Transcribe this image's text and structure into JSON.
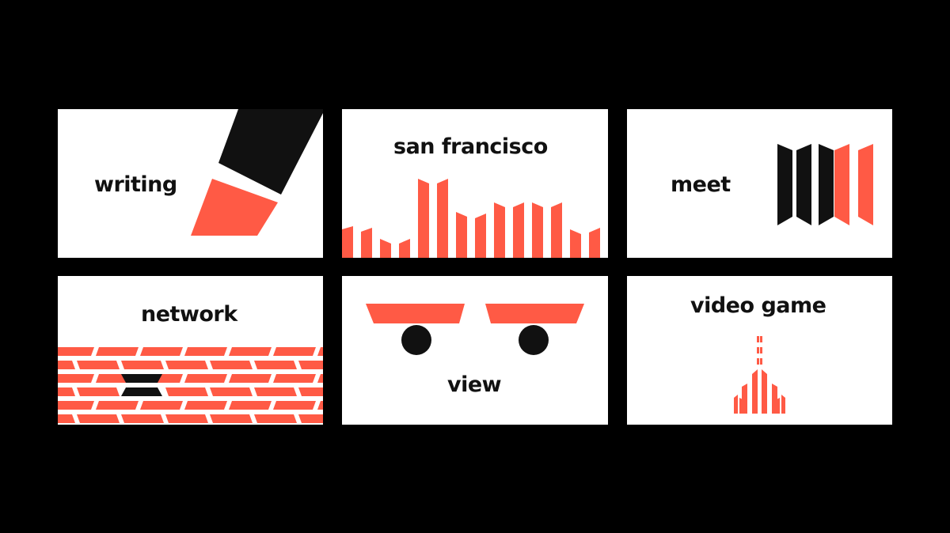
{
  "colors": {
    "background": "#000000",
    "card": "#ffffff",
    "accent": "#ff5a45",
    "ink": "#111111"
  },
  "cards": [
    {
      "label": "writing",
      "icon": "marker-icon"
    },
    {
      "label": "san francisco",
      "icon": "skyline-icon"
    },
    {
      "label": "meet",
      "icon": "door-panels-icon"
    },
    {
      "label": "network",
      "icon": "brick-wall-icon"
    },
    {
      "label": "view",
      "icon": "eyes-icon"
    },
    {
      "label": "video game",
      "icon": "spaceship-icon"
    }
  ]
}
